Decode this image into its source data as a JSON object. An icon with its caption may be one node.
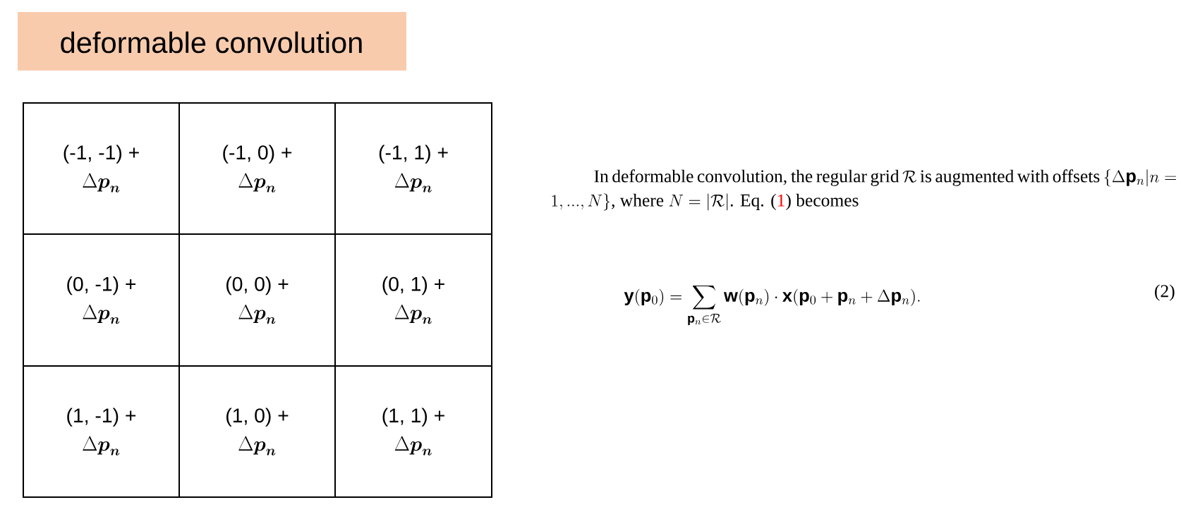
{
  "diagram": {
    "title": "deformable convolution",
    "nodes": [
      {
        "text": [
          "(-1, -1) +",
          "\\Delta\\boldsymbol{p}_{\\boldsymbol{n}}"
        ]
      },
      {
        "text": [
          "(-1, 0) +",
          "\\Delta\\boldsymbol{p}_{\\boldsymbol{n}}"
        ]
      },
      {
        "text": [
          "(-1, 1) +",
          "\\Delta\\boldsymbol{p}_{\\boldsymbol{n}}"
        ]
      },
      {
        "text": [
          "(0, -1) +",
          "\\Delta\\boldsymbol{p}_{\\boldsymbol{n}}"
        ]
      },
      {
        "text": [
          "(0, 0) +",
          "\\Delta\\boldsymbol{p}_{\\boldsymbol{n}}"
        ]
      },
      {
        "text": [
          "(0, 1) +",
          "\\Delta\\boldsymbol{p}_{\\boldsymbol{n}}"
        ]
      },
      {
        "text": [
          "(1, -1) +",
          "\\Delta\\boldsymbol{p}_{\\boldsymbol{n}}"
        ]
      },
      {
        "text": [
          "(1, 0) +",
          "\\Delta\\boldsymbol{p}_{\\boldsymbol{n}}"
        ]
      },
      {
        "text": [
          "(1, 1) +",
          "\\Delta\\boldsymbol{p}_{\\boldsymbol{n}}"
        ]
      }
    ],
    "labels": [
      "In deformable convolution, the regular grid",
      "\\mathcal{R}",
      "is augmented with offsets",
      "\\{\\Delta\\mathbf{p}_n | n = 1, ..., N\\}",
      ", where",
      "N = |\\mathcal{R}|",
      ". Eq. (",
      "1",
      ") becomes",
      "\\mathbf{y}(\\mathbf{p}_0) = \\sum_{\\mathbf{p}_n \\in \\mathcal{R}} \\mathbf{w}(\\mathbf{p}_n) \\cdot \\mathbf{x}(\\mathbf{p}_0 + \\mathbf{p}_n + \\Delta\\mathbf{p}_n).",
      "(2)"
    ]
  }
}
